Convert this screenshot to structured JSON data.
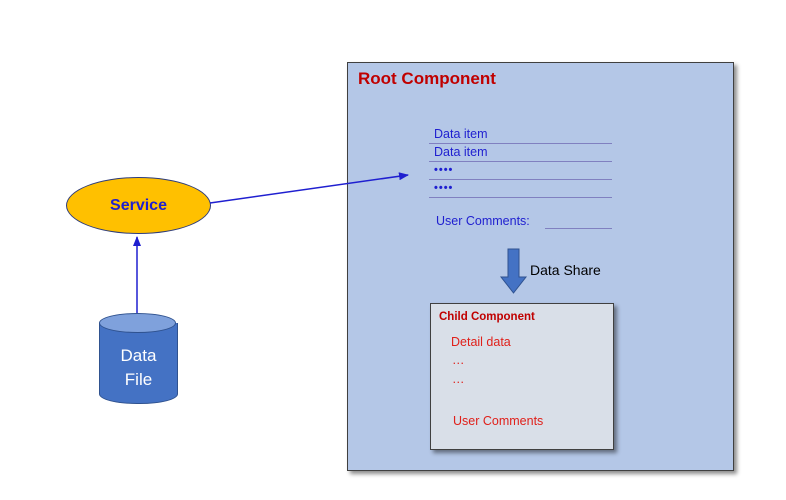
{
  "root": {
    "title": "Root Component",
    "list": [
      {
        "text": "Data item"
      },
      {
        "text": "Data item"
      },
      {
        "text": "••••"
      },
      {
        "text": "••••"
      }
    ],
    "comments_label": "User Comments:",
    "share_label": "Data Share"
  },
  "child": {
    "title": "Child Component",
    "detail": "Detail data",
    "ellipsis_1": "…",
    "ellipsis_2": "…",
    "comments": "User Comments"
  },
  "service": {
    "label": "Service"
  },
  "data_file": {
    "line1": "Data",
    "line2": "File"
  },
  "colors": {
    "root_fill": "#b4c7e7",
    "child_fill": "#d9dfe8",
    "service_fill": "#ffc000",
    "cylinder_fill": "#4472c4",
    "title_red": "#c00000",
    "text_blue": "#1f1fd0",
    "arrow_blue": "#1f1fd0"
  }
}
